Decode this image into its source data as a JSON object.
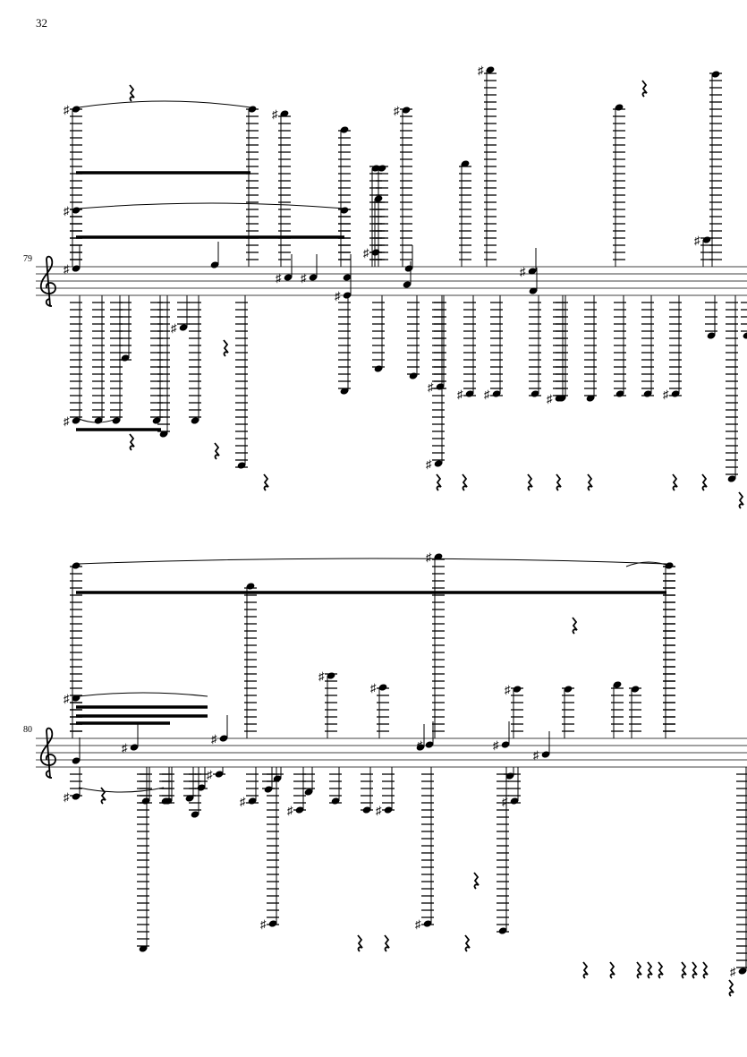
{
  "page": {
    "number": "32"
  },
  "systems": [
    {
      "measure": "79",
      "clef": "treble"
    },
    {
      "measure": "80",
      "clef": "treble"
    }
  ]
}
